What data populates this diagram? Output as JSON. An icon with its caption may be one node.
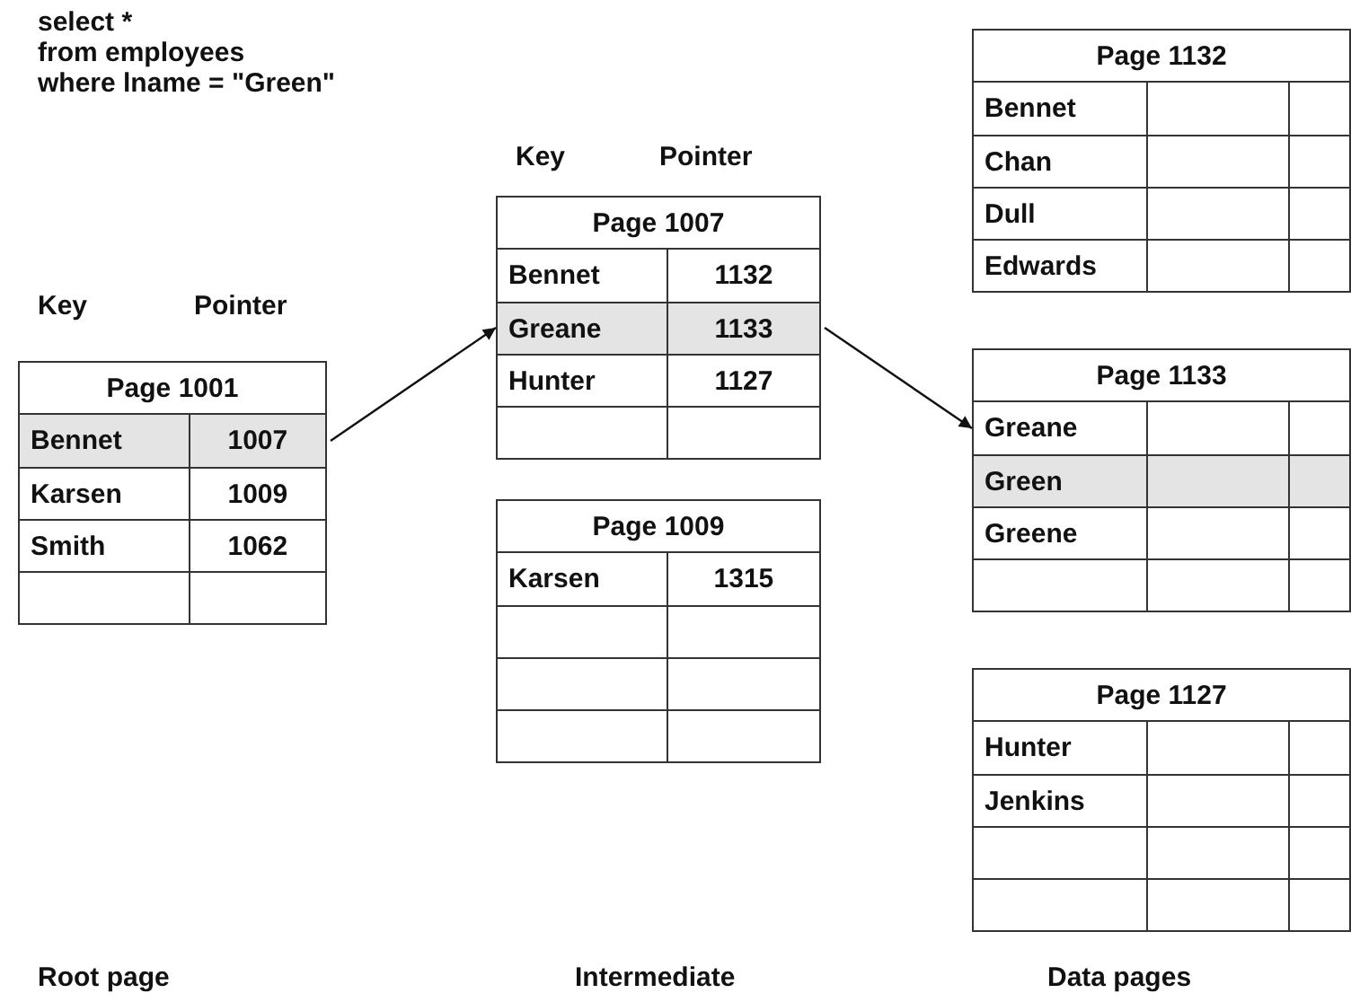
{
  "diagram": {
    "nodes": [
      {
        "text": [
          "Page 1001"
        ]
      },
      {
        "text": [
          "Bennet",
          "1007"
        ],
        "in": 0
      },
      {
        "text": [
          "Karsen",
          "1009"
        ],
        "in": 0
      },
      {
        "text": [
          "Smith",
          "1062"
        ],
        "in": 0
      },
      {
        "text": [],
        "shape": "box",
        "in": 0
      },
      {
        "text": [
          "Page 1007"
        ]
      },
      {
        "text": [
          "Bennet",
          "1132"
        ],
        "in": 5
      },
      {
        "text": [
          "Greane",
          "1133"
        ],
        "in": 5
      },
      {
        "text": [
          "Hunter",
          "1127"
        ],
        "in": 5
      },
      {
        "text": [],
        "shape": "box",
        "in": 5
      },
      {
        "text": [
          "Page 1009"
        ]
      },
      {
        "text": [
          "Karsen",
          "1315"
        ],
        "in": 10
      },
      {
        "text": [],
        "shape": "box",
        "in": 10
      },
      {
        "text": [],
        "shape": "box",
        "in": 10
      },
      {
        "text": [],
        "shape": "box",
        "in": 10
      },
      {
        "text": [
          "Page 1132"
        ]
      },
      {
        "text": [
          "Bennet"
        ],
        "in": 15
      },
      {
        "text": [
          "Chan"
        ],
        "in": 15
      },
      {
        "text": [
          "Dull"
        ],
        "in": 15
      },
      {
        "text": [
          "Edwards"
        ],
        "in": 15
      },
      {
        "text": [
          "Page 1133"
        ]
      },
      {
        "text": [
          "Greane"
        ],
        "in": 20
      },
      {
        "text": [
          "Green"
        ],
        "in": 20
      },
      {
        "text": [
          "Greene"
        ],
        "in": 20
      },
      {
        "text": [],
        "shape": "box",
        "in": 20
      },
      {
        "text": [
          "Page 1127"
        ]
      },
      {
        "text": [
          "Hunter"
        ],
        "in": 25
      },
      {
        "text": [
          "Jenkins"
        ],
        "in": 25
      },
      {
        "text": [],
        "shape": "box",
        "in": 25
      },
      {
        "text": [],
        "shape": "box",
        "in": 25
      }
    ],
    "edges": [
      {
        "from": 1,
        "to": 7,
        "arrow": "to"
      },
      {
        "from": 7,
        "to": 21,
        "arrow": "to"
      }
    ],
    "labels": [
      "select *",
      "from employees",
      "where lname = \"Green\"",
      "Key",
      "Pointer",
      "Key",
      "Pointer",
      "Root page",
      "Intermediate",
      "Data pages"
    ]
  }
}
